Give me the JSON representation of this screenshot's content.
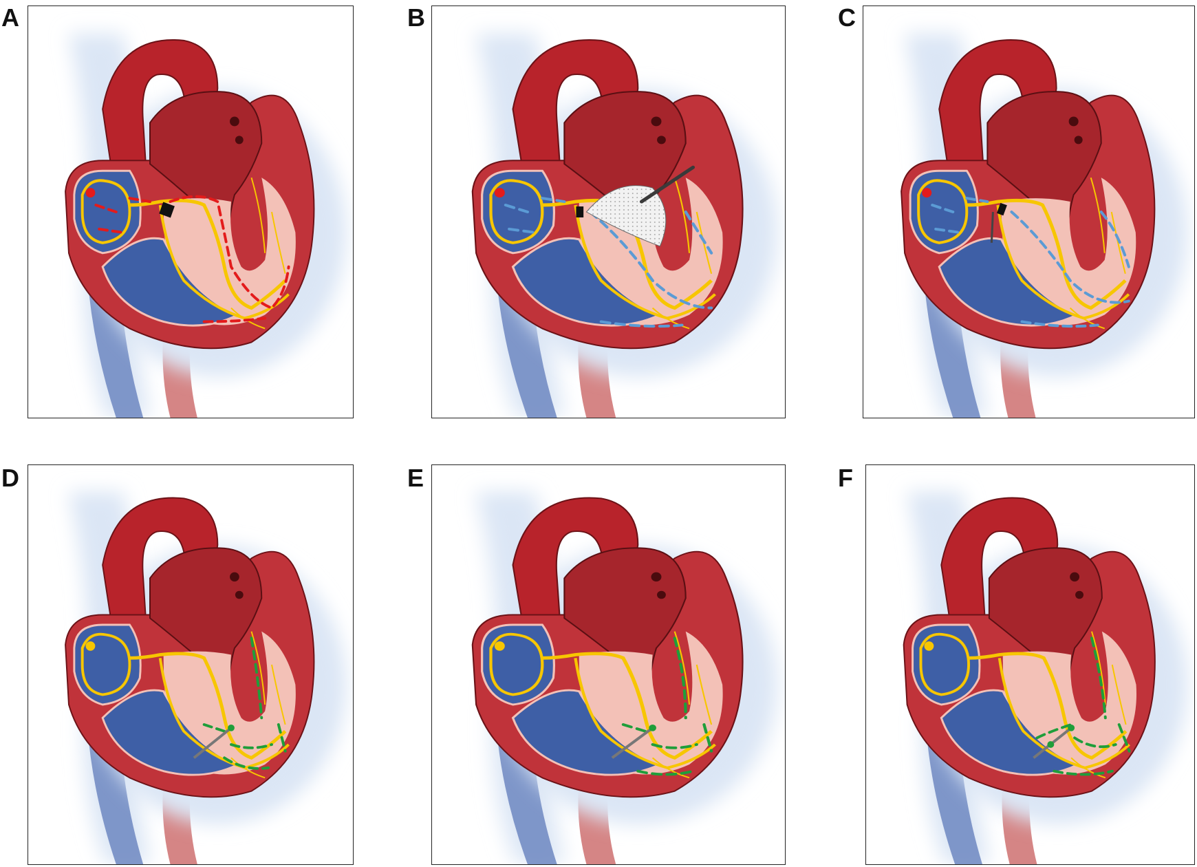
{
  "figure": {
    "panels": [
      {
        "label": "A",
        "variant": "block",
        "arrow_color": "#e31b1b",
        "device": "block"
      },
      {
        "label": "B",
        "variant": "septum",
        "arrow_color": "#5b9bd5",
        "device": "scalpel"
      },
      {
        "label": "C",
        "variant": "his",
        "arrow_color": "#5b9bd5",
        "device": "his-lead"
      },
      {
        "label": "D",
        "variant": "lbb-deep",
        "arrow_color": "#1f9e3a",
        "device": "lbb-lead"
      },
      {
        "label": "E",
        "variant": "lbb-mid",
        "arrow_color": "#1f9e3a",
        "device": "lbb-lead"
      },
      {
        "label": "F",
        "variant": "lbb-dual",
        "arrow_color": "#1f9e3a",
        "device": "dual-lead"
      }
    ],
    "colors": {
      "aorta": "#b8232b",
      "ventricle_wall": "#c0333a",
      "myocardium_pink": "#f3c1b7",
      "right_chamber_blue": "#3e5fa6",
      "vein_blue": "#6d87c1",
      "conduction_yellow": "#f7c600",
      "tissue_halo": "#dbe6f5"
    }
  }
}
